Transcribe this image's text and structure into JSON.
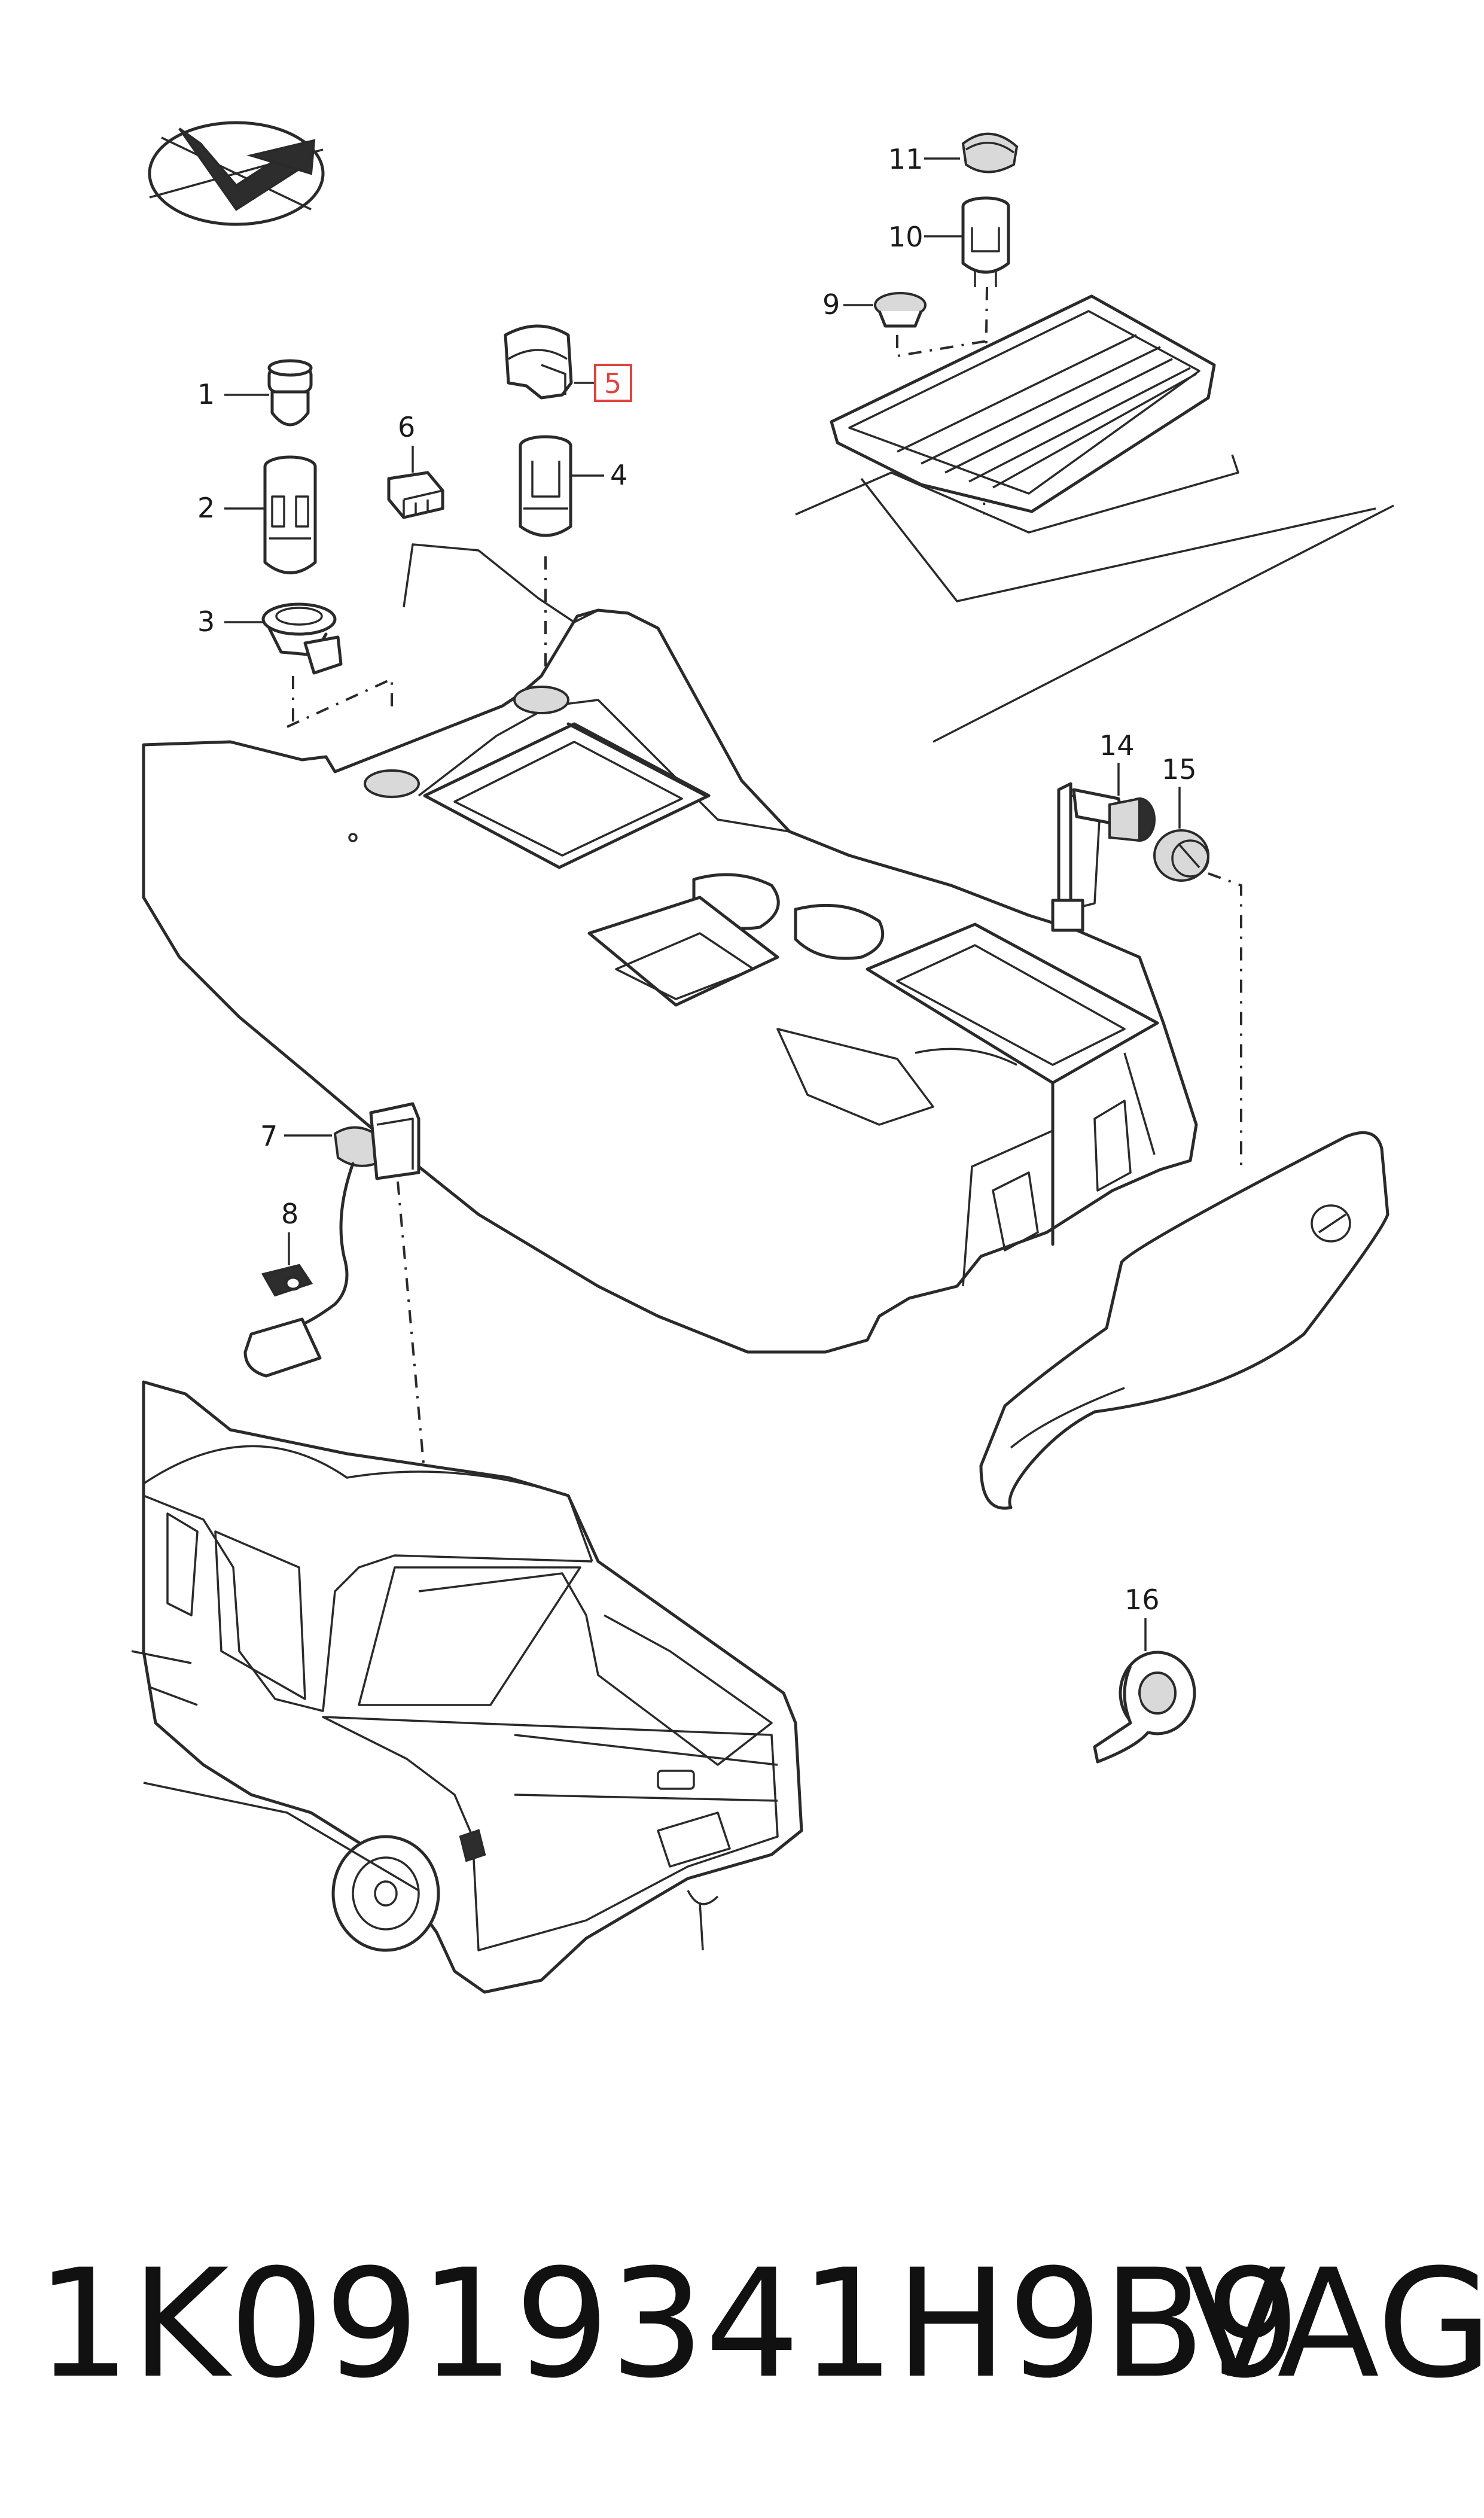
{
  "callouts": {
    "c1": "1",
    "c2": "2",
    "c3": "3",
    "c4": "4",
    "c5": "5",
    "c6": "6",
    "c7": "7",
    "c8": "8",
    "c9": "9",
    "c10": "10",
    "c11": "11",
    "c14": "14",
    "c15": "15",
    "c16": "16"
  },
  "footer": {
    "part_number": "1K0919341H9B9",
    "brand": "VAG"
  },
  "colors": {
    "line": "#2a2a2a",
    "highlight": "#e0433f",
    "background": "#ffffff"
  },
  "icons": [
    "compass-logo-icon"
  ]
}
